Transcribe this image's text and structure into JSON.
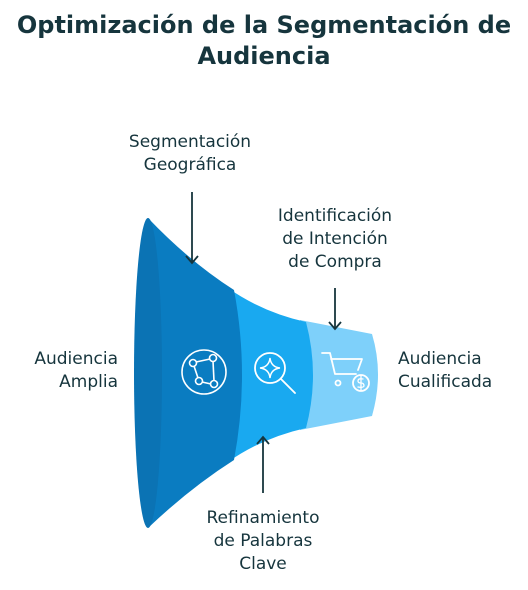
{
  "title": {
    "line1": "Optimización de la Segmentación de",
    "line2": "Audiencia"
  },
  "labels": {
    "geo": {
      "line1": "Segmentación",
      "line2": "Geográfica"
    },
    "intent": {
      "line1": "Identificación",
      "line2": "de Intención",
      "line3": "de Compra"
    },
    "wide": {
      "line1": "Audiencia",
      "line2": "Amplia"
    },
    "qualified": {
      "line1": "Audiencia",
      "line2": "Cualificada"
    },
    "keywords": {
      "line1": "Refinamiento",
      "line2": "de Palabras",
      "line3": "Clave"
    }
  },
  "icons": {
    "stage1": "network-globe-icon",
    "stage2": "search-sparkle-icon",
    "stage3": "shopping-cart-dollar-icon"
  },
  "colors": {
    "stage1": "#0a7cc1",
    "stage1_face": "#0b73b4",
    "stage2": "#19a9f0",
    "stage3": "#7ed0fa",
    "text": "#16353d",
    "arrow": "#16353d"
  }
}
